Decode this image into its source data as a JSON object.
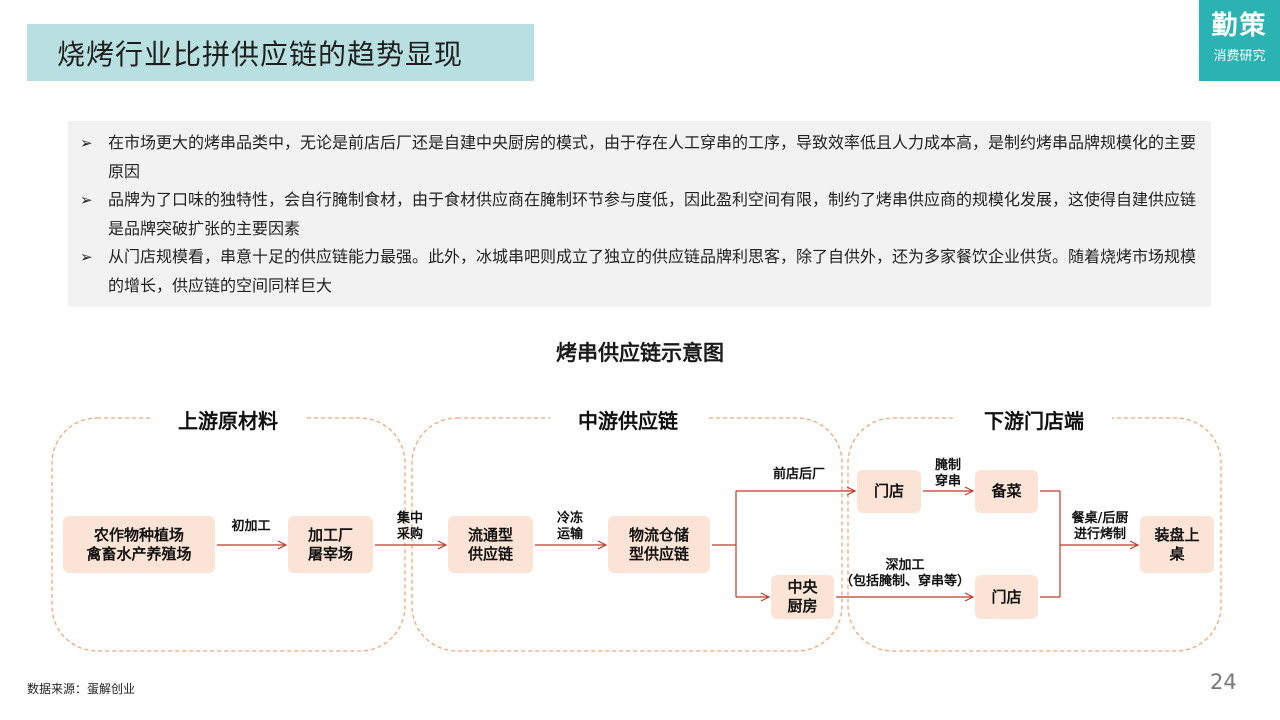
{
  "header": {
    "title": "烧烤行业比拼供应链的趋势显现"
  },
  "logo": {
    "line1": "勤策",
    "line2": "消费研究"
  },
  "bullets": [
    {
      "marker": "➢",
      "text": "在市场更大的烤串品类中，无论是前店后厂还是自建中央厨房的模式，由于存在人工穿串的工序，导致效率低且人力成本高，是制约烤串品牌规模化的主要原因"
    },
    {
      "marker": "➢",
      "text": "品牌为了口味的独特性，会自行腌制食材，由于食材供应商在腌制环节参与度低，因此盈利空间有限，制约了烤串供应商的规模化发展，这使得自建供应链是品牌突破扩张的主要因素"
    },
    {
      "marker": "➢",
      "text": "从门店规模看，串意十足的供应链能力最强。此外，冰城串吧则成立了独立的供应链品牌利思客，除了自供外，还为多家餐饮企业供货。随着烧烤市场规模的增长，供应链的空间同样巨大"
    }
  ],
  "diagram": {
    "title": "烤串供应链示意图",
    "sections": {
      "upstream": "上游原材料",
      "midstream": "中游供应链",
      "downstream": "下游门店端"
    },
    "nodes": {
      "farming": "农作物种植场\n禽畜水产养殖场",
      "processing": "加工厂\n屠宰场",
      "distribution": "流通型\n供应链",
      "logistics": "物流仓储\n型供应链",
      "store_top": "门店",
      "prep": "备菜",
      "central_kitchen": "中央\n厨房",
      "store_bottom": "门店",
      "serve": "装盘上\n桌"
    },
    "edges": {
      "initial_processing": "初加工",
      "centralized_purchase": "集中\n采购",
      "cold_chain": "冷冻\n运输",
      "front_store_back_factory": "前店后厂",
      "marinate_skewer": "腌制\n穿串",
      "deep_processing": "深加工\n（包括腌制、穿串等）",
      "plating": "餐桌/后厨\n进行烤制"
    }
  },
  "colors": {
    "accent": "#2bb2b2",
    "title_bg": "#b9e0e0",
    "node_fill": "#fbe4d5",
    "dashed_border": "#f0a777",
    "arrow": "#c0392b"
  },
  "footer": {
    "source": "数据来源：蛋解创业",
    "page": "24"
  }
}
